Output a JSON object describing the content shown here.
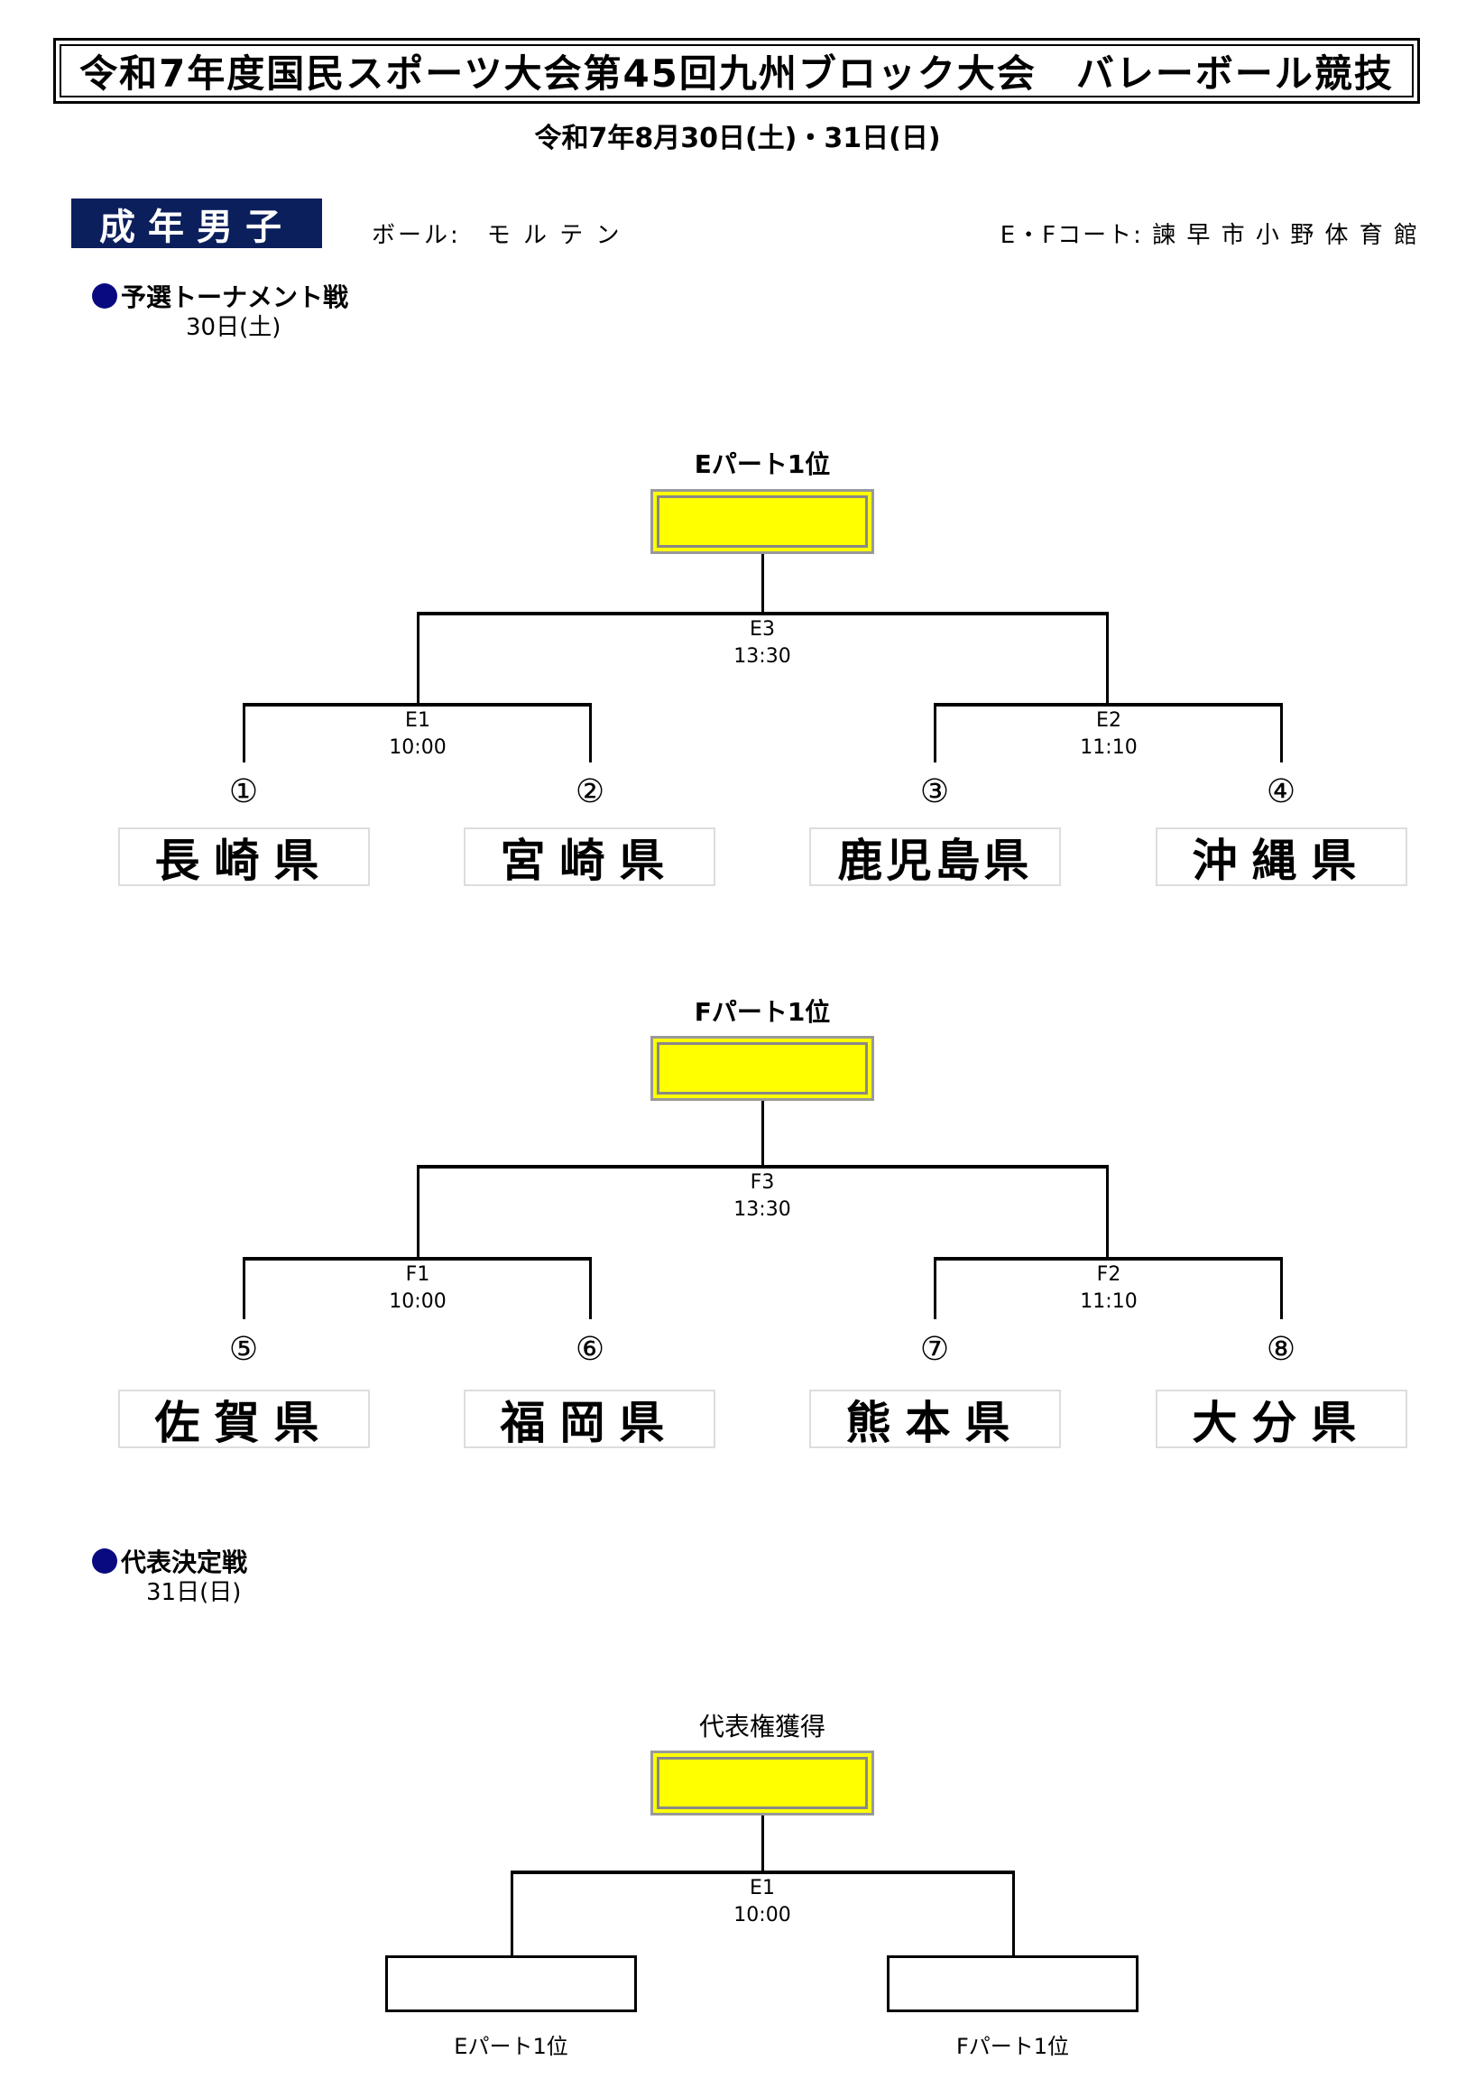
{
  "header": {
    "title": "令和7年度国民スポーツ大会第45回九州ブロック大会　バレーボール競技",
    "dates": "令和7年8月30日(土)・31日(日)",
    "category": "成年男子",
    "ball_label": "ボール:　モ ル テ ン",
    "court_label": "E・Fコート: 諫 早 市 小 野 体 育 館"
  },
  "preliminary": {
    "heading": "予選トーナメント戦",
    "date": "30日(土)",
    "brackets": [
      {
        "winner_label": "Eパート1位",
        "final": {
          "code": "E3",
          "time": "13:30"
        },
        "semis": [
          {
            "code": "E1",
            "time": "10:00"
          },
          {
            "code": "E2",
            "time": "11:10"
          }
        ],
        "teams": [
          {
            "seed": "①",
            "name": "長崎県"
          },
          {
            "seed": "②",
            "name": "宮崎県"
          },
          {
            "seed": "③",
            "name": "鹿児島県"
          },
          {
            "seed": "④",
            "name": "沖縄県"
          }
        ]
      },
      {
        "winner_label": "Fパート1位",
        "final": {
          "code": "F3",
          "time": "13:30"
        },
        "semis": [
          {
            "code": "F1",
            "time": "10:00"
          },
          {
            "code": "F2",
            "time": "11:10"
          }
        ],
        "teams": [
          {
            "seed": "⑤",
            "name": "佐賀県"
          },
          {
            "seed": "⑥",
            "name": "福岡県"
          },
          {
            "seed": "⑦",
            "name": "熊本県"
          },
          {
            "seed": "⑧",
            "name": "大分県"
          }
        ]
      }
    ]
  },
  "final": {
    "heading": "代表決定戦",
    "date": "31日(日)",
    "winner_label": "代表権獲得",
    "match": {
      "code": "E1",
      "time": "10:00"
    },
    "slots": [
      "Eパート1位",
      "Fパート1位"
    ]
  },
  "colors": {
    "category_bg": "#0b1f5c",
    "winner_box": "#ffff00",
    "bullet": "#0a0a80"
  }
}
